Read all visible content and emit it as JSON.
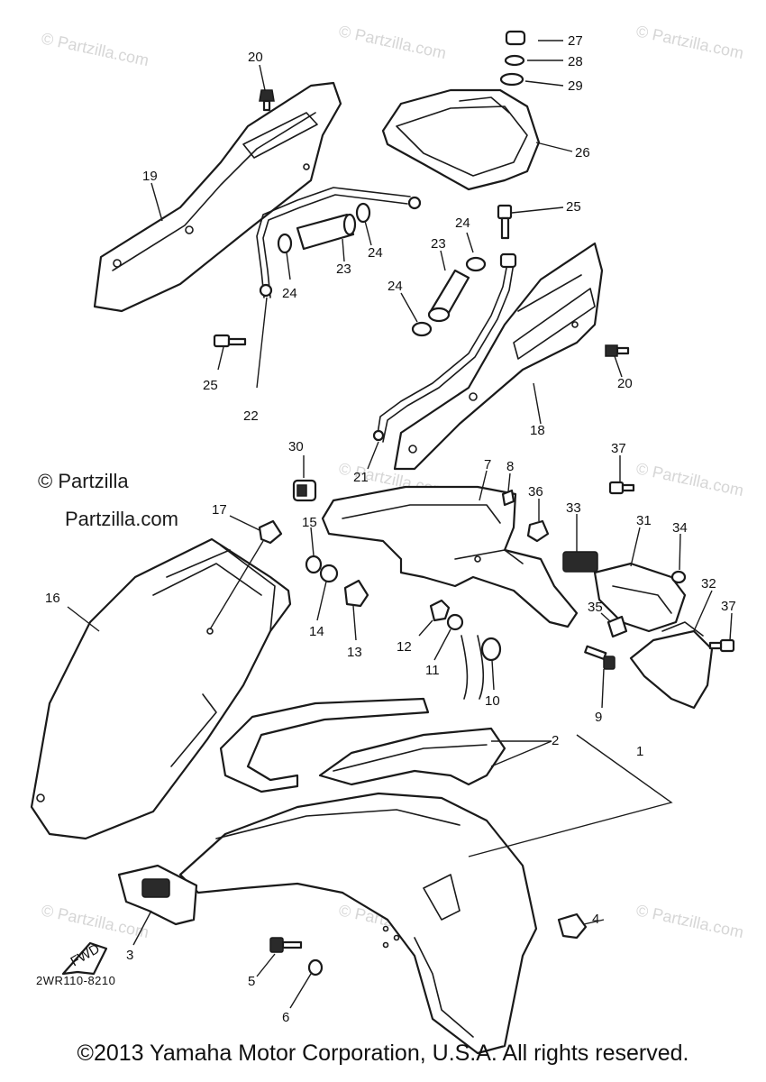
{
  "watermark": {
    "text": "© Partzilla.com",
    "line1": "© Partzilla",
    "line2": "Partzilla.com"
  },
  "diagram_code": "2WR110-8210",
  "fwd_label": "FWD",
  "copyright": "©2013 Yamaha Motor Corporation, U.S.A. All rights reserved.",
  "callouts": {
    "c1": "1",
    "c2": "2",
    "c3": "3",
    "c4": "4",
    "c5": "5",
    "c6": "6",
    "c7": "7",
    "c8": "8",
    "c9": "9",
    "c10": "10",
    "c11": "11",
    "c12": "12",
    "c13": "13",
    "c14": "14",
    "c15": "15",
    "c16": "16",
    "c17": "17",
    "c18": "18",
    "c19": "19",
    "c20a": "20",
    "c20b": "20",
    "c21": "21",
    "c22": "22",
    "c23a": "23",
    "c23b": "23",
    "c24a": "24",
    "c24b": "24",
    "c24c": "24",
    "c24d": "24",
    "c25a": "25",
    "c25b": "25",
    "c26": "26",
    "c27": "27",
    "c28": "28",
    "c29": "29",
    "c30": "30",
    "c31": "31",
    "c32": "32",
    "c33": "33",
    "c34": "34",
    "c35": "35",
    "c36": "36",
    "c37a": "37",
    "c37b": "37"
  }
}
